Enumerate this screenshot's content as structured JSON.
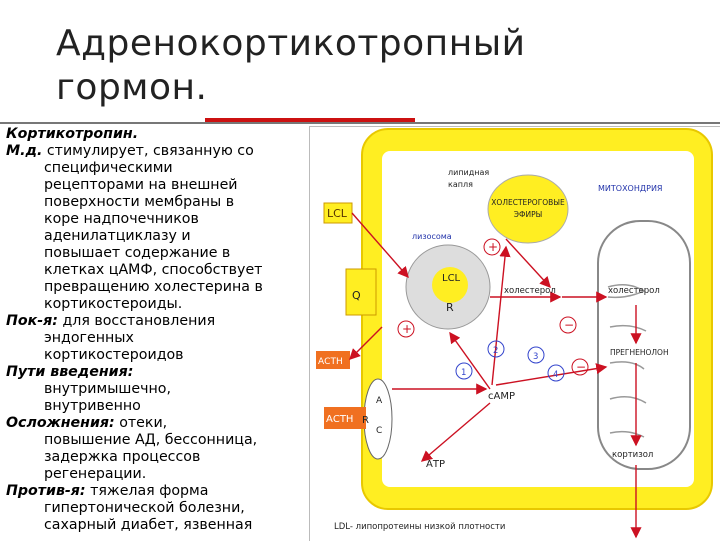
{
  "slide": {
    "title_lines": [
      "Адренокортикотропный",
      "гормон."
    ],
    "sections": [
      {
        "label": "Кортикотропин.",
        "lines": []
      },
      {
        "label": "М.д.",
        "first": "стимулирует, связанную со",
        "lines": [
          "специфическими",
          "рецепторами на внешней",
          "поверхности мембраны в",
          "коре надпочечников",
          "аденилатциклазу и",
          "повышает содержание в",
          "клетках цАМФ, способствует",
          "превращению холестерина в",
          "кортикостероиды."
        ]
      },
      {
        "label": "Пок-я:",
        "first": "для восстановления",
        "lines": [
          "эндогенных",
          "кортикостероидов"
        ]
      },
      {
        "label": "Пути введения:",
        "first": "",
        "lines": [
          "внутримышечно,",
          "внутривенно"
        ]
      },
      {
        "label": "Осложнения:",
        "first": "отеки,",
        "lines": [
          "повышение АД, бессонница,",
          "задержка процессов",
          "регенерации."
        ]
      },
      {
        "label": "Против-я:",
        "first": "тяжелая форма",
        "lines": [
          "гипертонической болезни,",
          "сахарный диабет, язвенная"
        ]
      }
    ]
  },
  "diagram": {
    "colors": {
      "cell": "#ffee22",
      "red": "#cc1122",
      "orange": "#f07020",
      "membrane": "#ffffff"
    },
    "labels": {
      "lcl_out": "LCL",
      "lipid_drop": "липидная\nкапля",
      "chol_esters": "ХОЛЕСТЕРОГОВЫЕ\nЭФИРЫ",
      "mito": "МИТОХОНДРИЯ",
      "lysosome": "лизосома",
      "lcl_in": "LCL",
      "r_in": "R",
      "chol": "холестерол",
      "chol_mito": "холестерол",
      "pregnenolone": "ПРЕГНЕНОЛОН",
      "cortisol": "кортизол",
      "camp": "cAMP",
      "atp": "АТР",
      "actg1": "АСТН",
      "actg2": "АСТН",
      "r_membrane": "R",
      "q_membrane": "Q",
      "a_membrane": "A",
      "c_membrane": "C",
      "legend": "LDL- липопротеины низкой плотности",
      "n1": "1",
      "n2": "2",
      "n3": "3",
      "n4": "4",
      "plus": "+",
      "minus": "−"
    }
  }
}
